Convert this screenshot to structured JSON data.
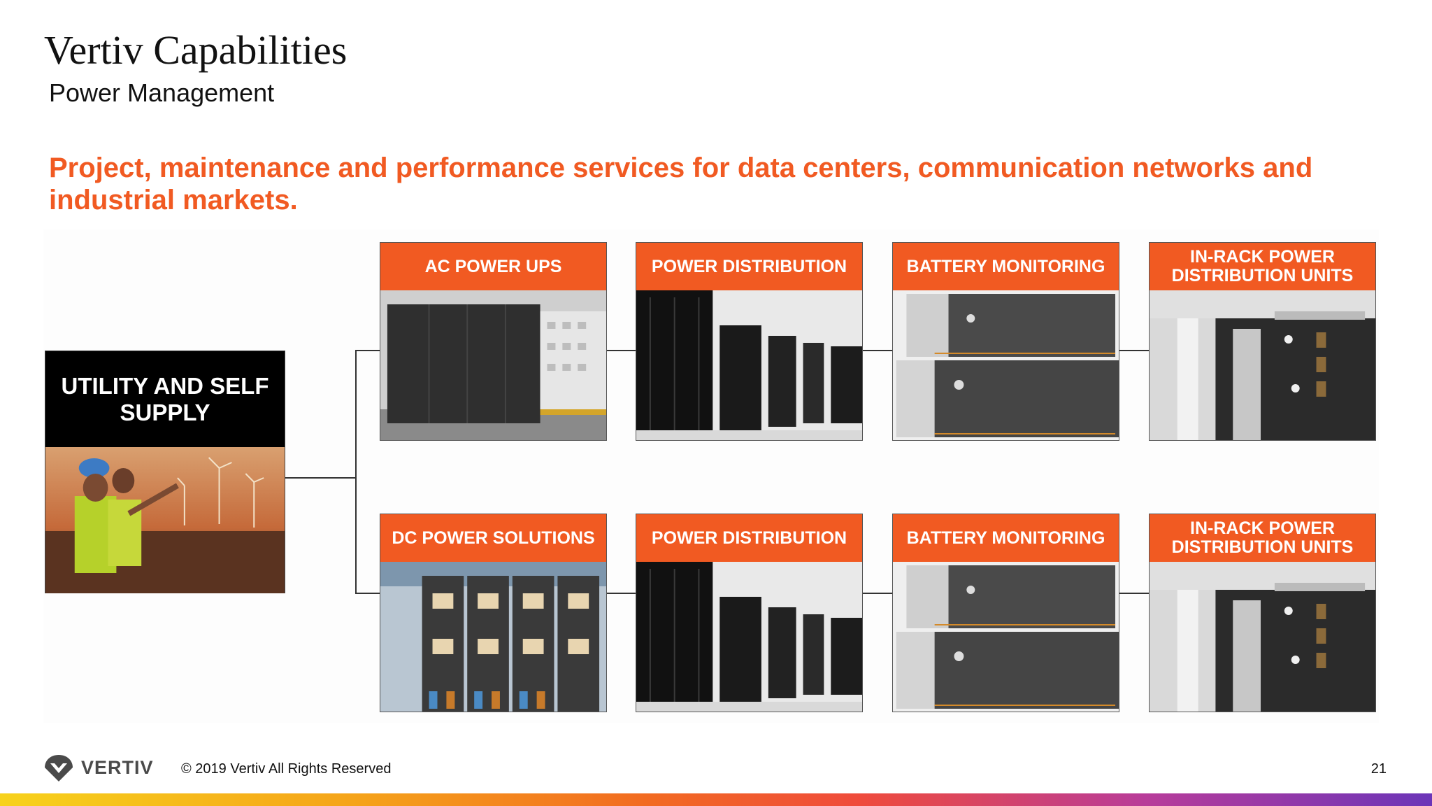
{
  "header": {
    "title": "Vertiv Capabilities",
    "subtitle": "Power Management",
    "headline": "Project, maintenance and performance services for data centers, communication networks and industrial markets."
  },
  "source": {
    "label": "UTILITY AND SELF SUPPLY"
  },
  "rows": [
    {
      "cards": [
        {
          "label": "AC POWER UPS",
          "image": "ups-cabinets"
        },
        {
          "label": "POWER DISTRIBUTION",
          "image": "server-racks"
        },
        {
          "label": "BATTERY MONITORING",
          "image": "vertiv-monitoring-units"
        },
        {
          "label": "IN-RACK POWER DISTRIBUTION UNITS",
          "image": "rack-pdu"
        }
      ]
    },
    {
      "cards": [
        {
          "label": "DC POWER SOLUTIONS",
          "image": "dc-power-cabinets"
        },
        {
          "label": "POWER DISTRIBUTION",
          "image": "server-racks"
        },
        {
          "label": "BATTERY MONITORING",
          "image": "vertiv-monitoring-units"
        },
        {
          "label": "IN-RACK POWER DISTRIBUTION UNITS",
          "image": "rack-pdu"
        }
      ]
    }
  ],
  "footer": {
    "logo_text": "VERTIV",
    "copyright": "© 2019 Vertiv All Rights Reserved",
    "page_number": "21"
  },
  "colors": {
    "accent": "#f15a22",
    "text": "#111111"
  }
}
